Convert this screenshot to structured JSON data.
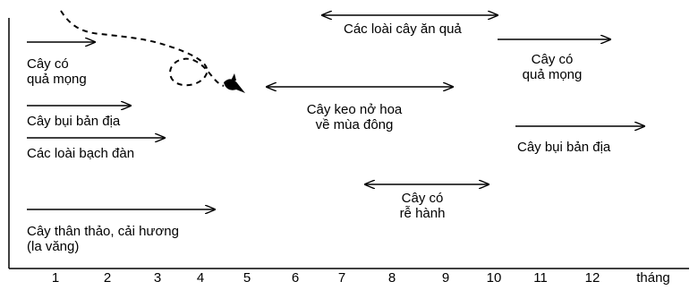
{
  "colors": {
    "ink": "#000000",
    "background": "#ffffff"
  },
  "axis": {
    "months": [
      "1",
      "2",
      "3",
      "4",
      "5",
      "6",
      "7",
      "8",
      "9",
      "10",
      "11",
      "12"
    ],
    "unit_label": "tháng"
  },
  "left_items": {
    "berry_plants": [
      "Cây có",
      "quả mọng"
    ],
    "native_shrubs": "Cây bụi bản địa",
    "eucalyptus": "Các loài bạch đàn",
    "herbs": [
      "Cây thân thảo, cải hương",
      "(la văng)"
    ]
  },
  "right_items": {
    "fruit_trees": "Các loài cây ăn quả",
    "berry_plants": [
      "Cây có",
      "quả mọng"
    ],
    "winter_acacia": [
      "Cây keo nở hoa",
      "về mùa đông"
    ],
    "native_shrubs": "Cây bụi bản địa",
    "bulb_plants": [
      "Cây có",
      "rễ hành"
    ]
  },
  "icons": {
    "bird_path": "dashed-flight-path-icon",
    "bird": "bird-icon"
  }
}
